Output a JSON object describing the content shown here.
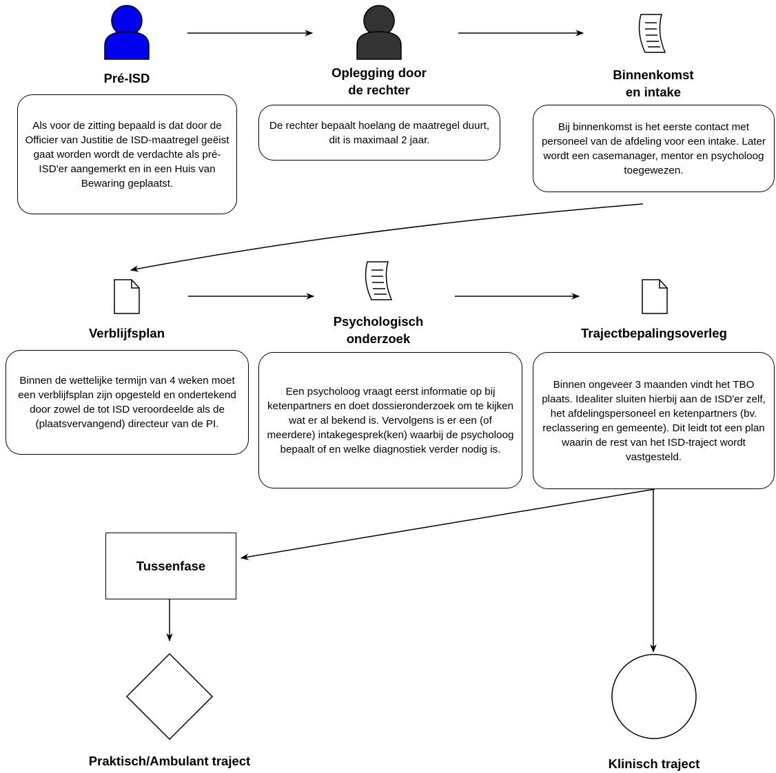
{
  "steps": {
    "pre_isd": {
      "title": "Pré-ISD",
      "text": "Als voor de zitting bepaald is dat door de Officier van Justitie de ISD-maatregel geëist gaat worden wordt de verdachte  als pré-ISD'er aangemerkt en in een Huis van Bewaring geplaatst."
    },
    "oplegging": {
      "title_line1": "Oplegging door",
      "title_line2": "de rechter",
      "text": "De rechter bepaalt hoelang de maatregel duurt, dit is maximaal 2 jaar."
    },
    "binnenkomst": {
      "title_line1": "Binnenkomst",
      "title_line2": "en intake",
      "text": "Bij binnenkomst is het eerste contact met personeel van de afdeling voor een intake. Later wordt een casemanager, mentor en psycholoog toegewezen."
    },
    "verblijfsplan": {
      "title": "Verblijfsplan",
      "text": "Binnen de wettelijke termijn van 4 weken moet een verblijfsplan zijn opgesteld en ondertekend door zowel de tot ISD veroordeelde als de (plaatsvervangend) directeur van de PI."
    },
    "psychologisch": {
      "title_line1": "Psychologisch",
      "title_line2": "onderzoek",
      "text": "Een psycholoog vraagt eerst informatie op bij ketenpartners en doet dossieronderzoek om te kijken wat er al bekend is. Vervolgens is er een (of meerdere) intakegesprek(ken) waarbij de psycholoog bepaalt of en welke diagnostiek verder nodig is."
    },
    "tbo": {
      "title": "Trajectbepalingsoverleg",
      "text": "Binnen ongeveer 3 maanden vindt het TBO plaats. Idealiter sluiten hierbij aan de ISD'er zelf, het afdelingspersoneel en ketenpartners (bv. reclassering en gemeente). Dit leidt tot een plan waarin de rest van het ISD-traject wordt vastgesteld."
    }
  },
  "tussenfase": {
    "title": "Tussenfase"
  },
  "outcomes": {
    "praktisch": "Praktisch/Ambulant traject",
    "klinisch": "Klinisch traject"
  },
  "colors": {
    "pre_isd_person": "#0000ee",
    "judge_person": "#333333",
    "stroke": "#000000"
  },
  "icons": [
    "person-icon",
    "person-icon",
    "scroll-icon",
    "document-icon",
    "scroll-icon",
    "document-icon"
  ]
}
